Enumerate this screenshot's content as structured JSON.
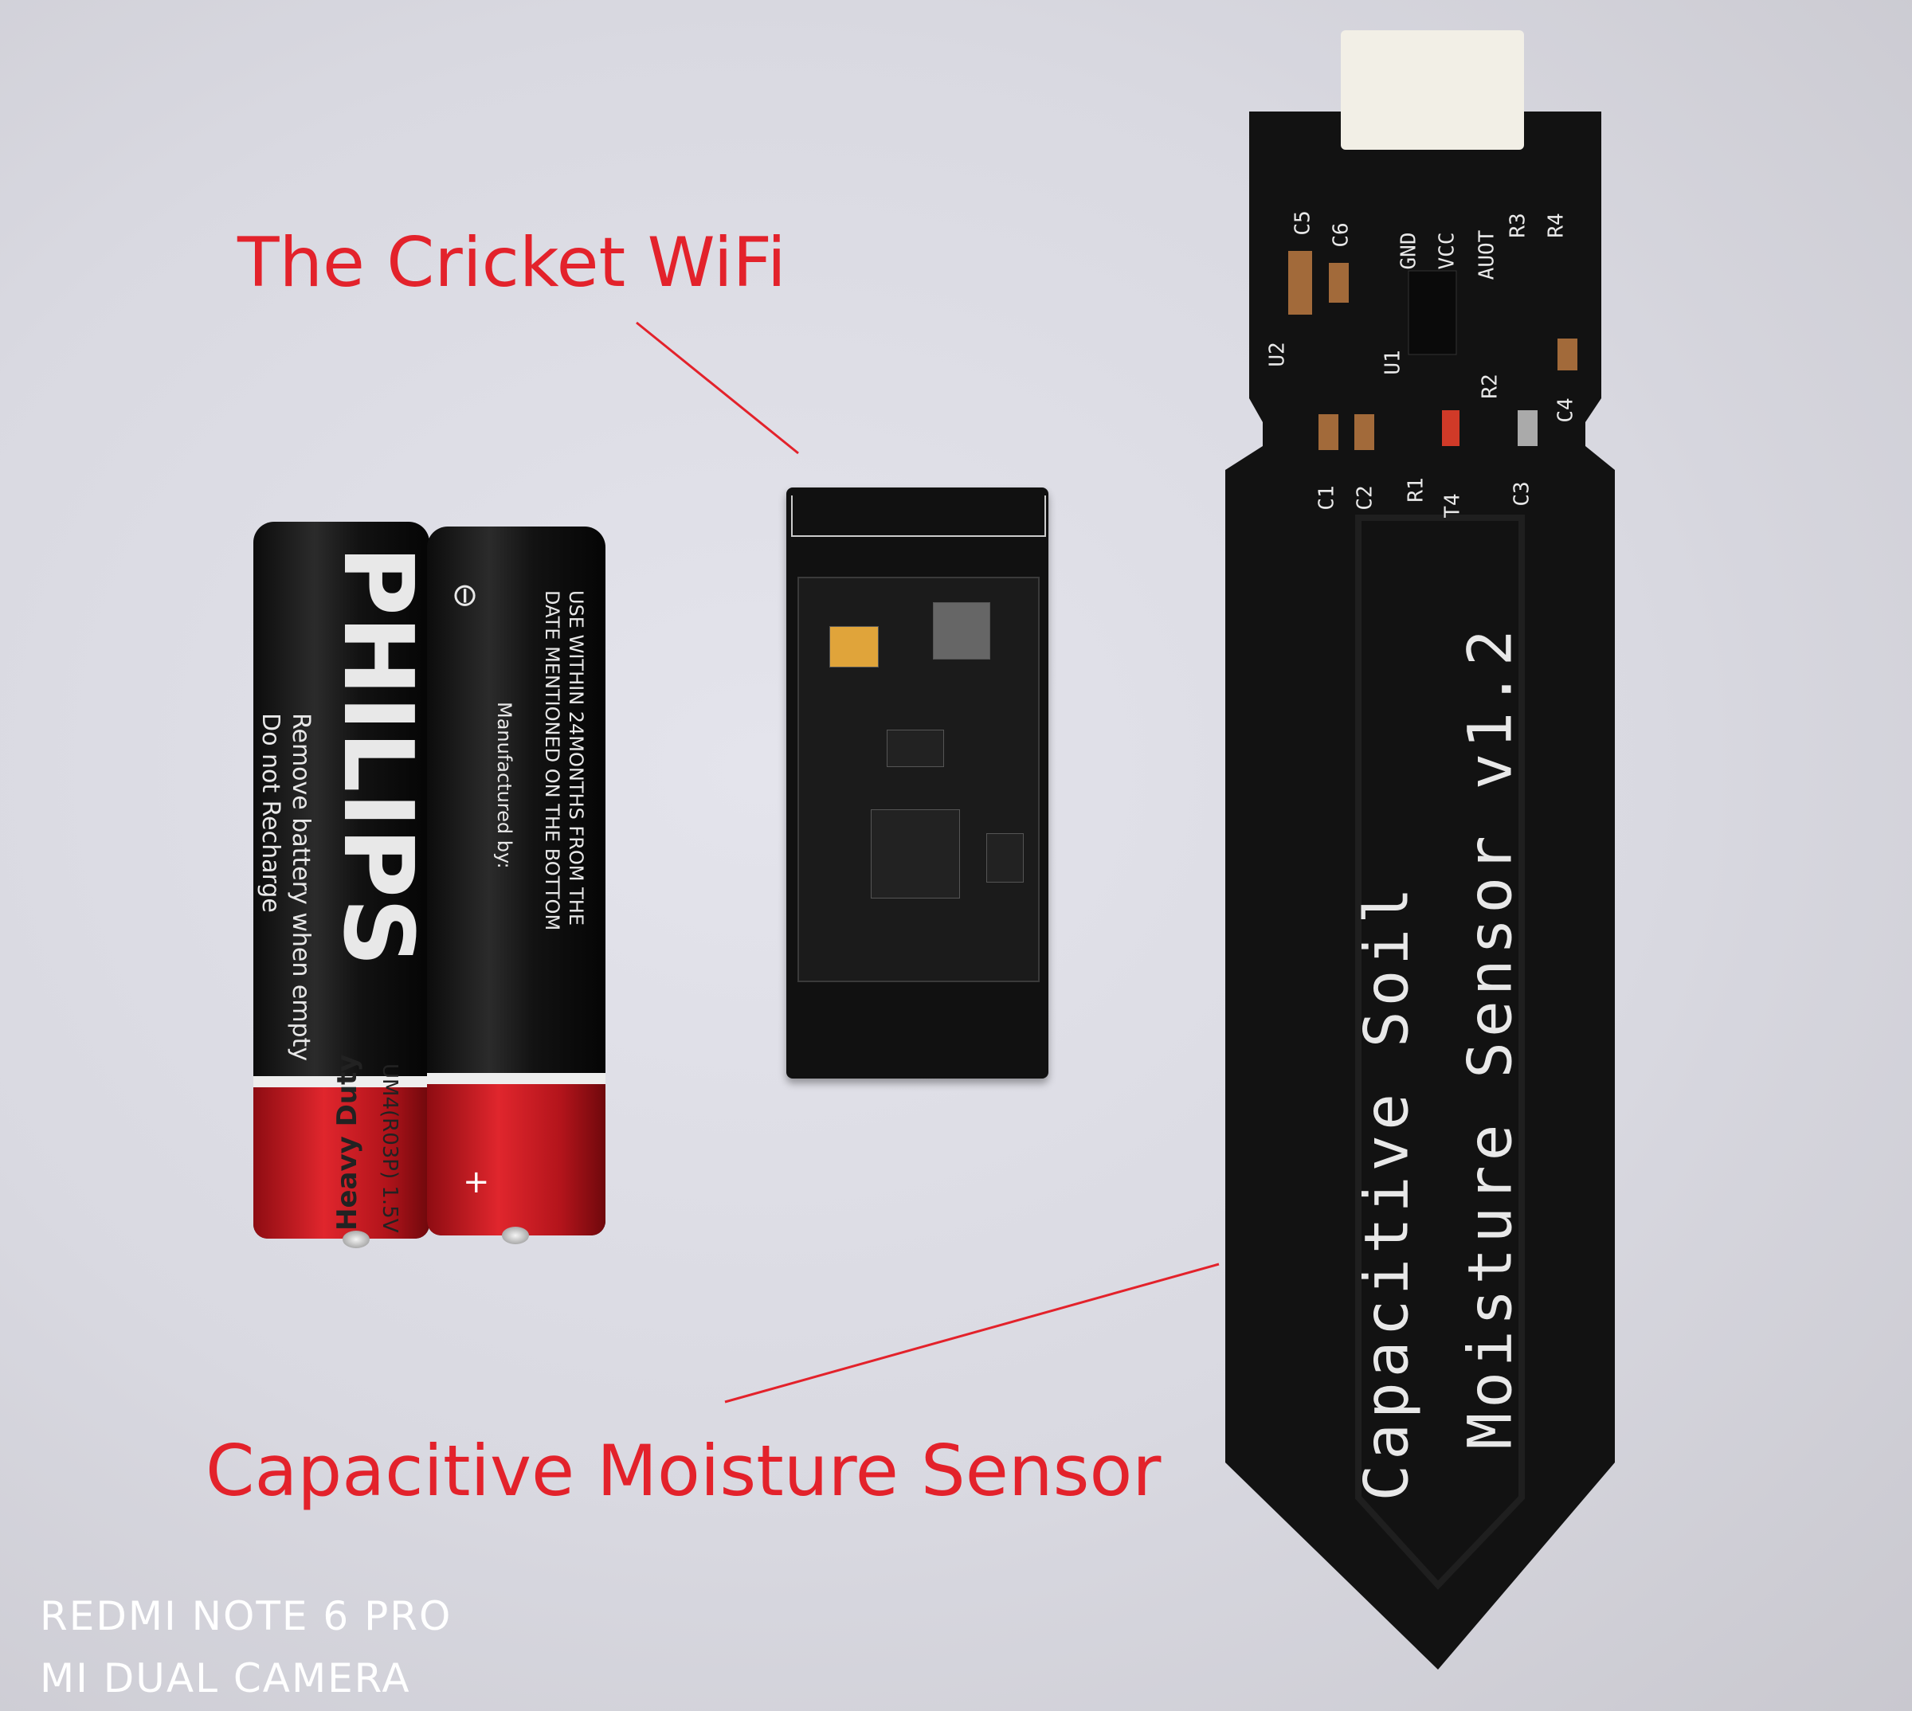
{
  "annotations": {
    "wifi_label": "The Cricket WiFi",
    "sensor_label": "Capacitive Moisture Sensor",
    "color": "#e3222b"
  },
  "watermark": {
    "line1": "REDMI NOTE 6 PRO",
    "line2": "MI DUAL CAMERA"
  },
  "batteries": {
    "left": {
      "brand": "PHILIPS",
      "note": "Remove battery when empty",
      "note2": "Do not Recharge",
      "type": "Heavy Duty",
      "model": "UM4(R03P) 1.5V"
    },
    "right": {
      "use_within": "USE WITHIN 24MONTHS FROM THE",
      "date_note": "DATE MENTIONED ON THE BOTTOM",
      "manufactured": "Manufactured by:",
      "plus": "+",
      "minus": "⊖"
    }
  },
  "sensor": {
    "line1": "Capacitive  Soil",
    "line2": "Moisture Sensor v1.2",
    "pins": [
      "GND",
      "VCC",
      "AUOT"
    ],
    "components": [
      "C5",
      "C6",
      "R3",
      "R4",
      "U2",
      "U1",
      "R2",
      "C4",
      "C1",
      "C2",
      "R1",
      "T4",
      "C3"
    ]
  },
  "colors": {
    "pcb": "#111111",
    "background": "#dcdce4",
    "battery_red": "#d7232a"
  }
}
